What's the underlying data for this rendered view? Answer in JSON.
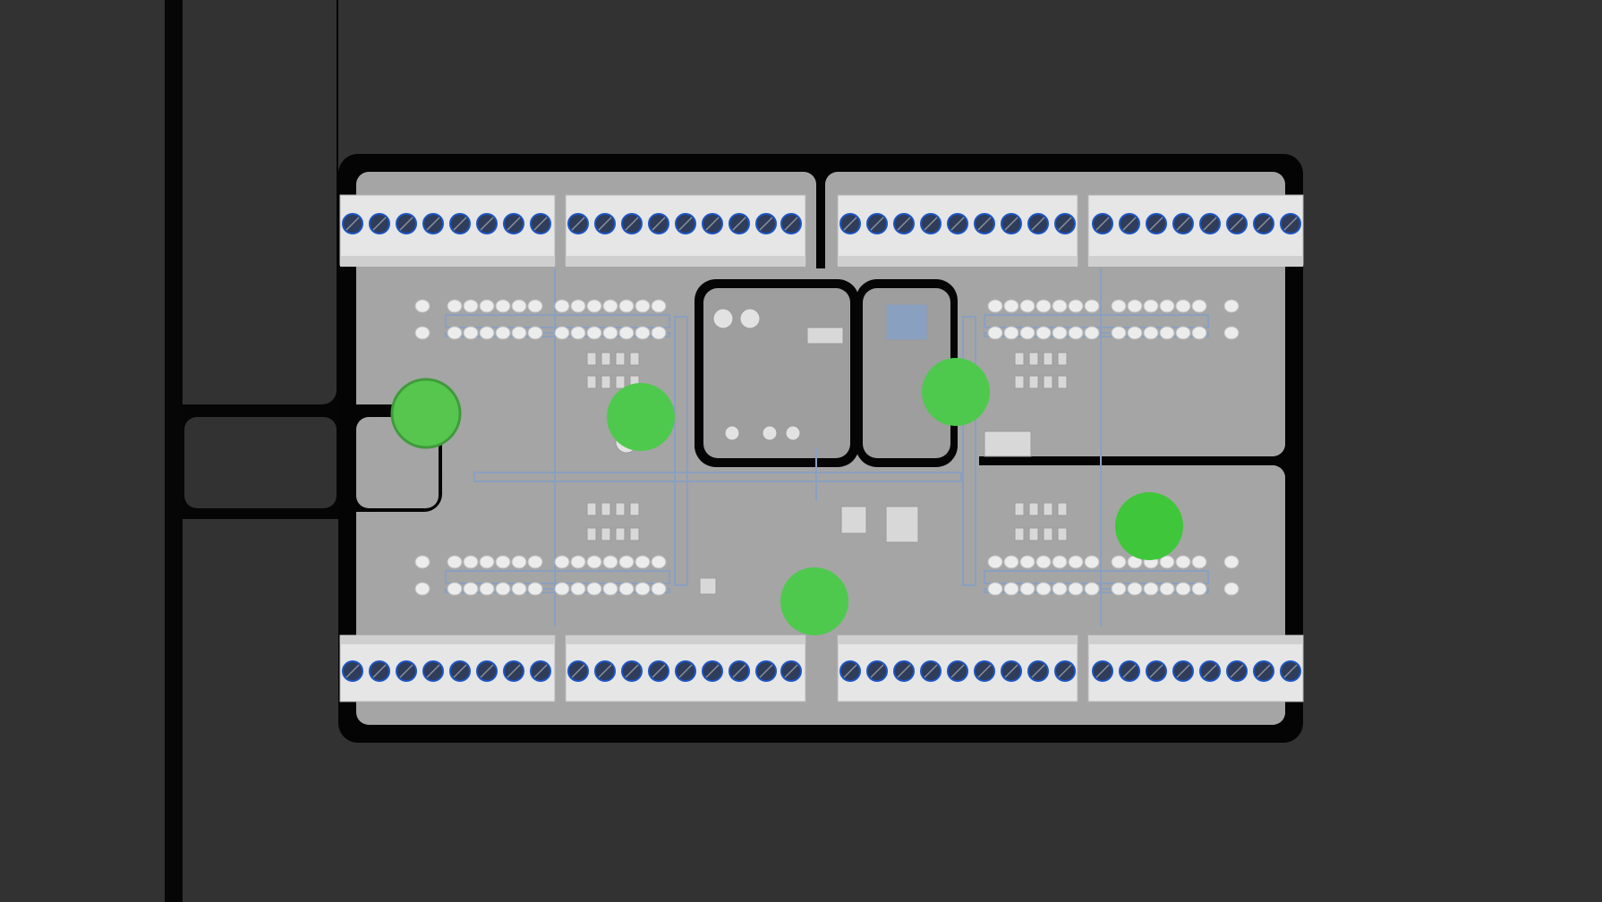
{
  "scene": {
    "background": "#323232",
    "pad_color": "#a5a5a5",
    "outline_color": "#040404",
    "fan_color": "#2f3c5a",
    "marker_color": "#4ec94e"
  },
  "equipment": {
    "fan_bank_icon": "cooling-fan-icon",
    "tank_icon": "storage-tank-icon",
    "marker_icon": "green-circle-marker-icon"
  },
  "markers": [
    {
      "id": "marker-1",
      "label": ""
    },
    {
      "id": "marker-2",
      "label": ""
    },
    {
      "id": "marker-3",
      "label": ""
    },
    {
      "id": "marker-4",
      "label": ""
    },
    {
      "id": "marker-5",
      "label": ""
    }
  ]
}
